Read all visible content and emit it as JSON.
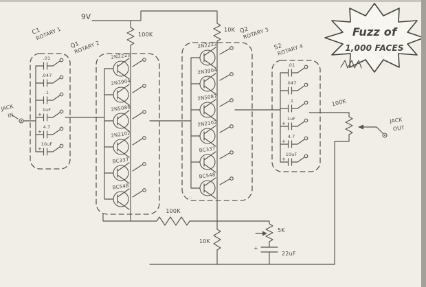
{
  "title": "Fuzz of 1,000 Faces hand-drawn schematic",
  "starburst": {
    "line1": "Fuzz of",
    "line2": "1,000 FACES"
  },
  "labels": {
    "power": "9V",
    "r_top": "100K",
    "r_mid_top": "10K",
    "output_pot": "100K",
    "feedback_r": "100K",
    "bottom_r": "10K",
    "bottom_pot": "5K",
    "bottom_cap": "22uF",
    "plus": "+"
  },
  "jack_in": {
    "line1": "JACK",
    "line2": "IN"
  },
  "jack_out": {
    "line1": "JACK",
    "line2": "OUT"
  },
  "rotaries": [
    {
      "id": "C1",
      "name": "ROTARY 1",
      "items": [
        ".01",
        ".047",
        ".1",
        "1uF",
        "4.7",
        "10uF"
      ]
    },
    {
      "id": "Q1",
      "name": "ROTARY 2",
      "items": [
        "2N2222",
        "2N3904",
        "2N5088",
        "2N2102",
        "BC337",
        "BC548"
      ]
    },
    {
      "id": "Q2",
      "name": "ROTARY 3",
      "items": [
        "2N2222",
        "2N3904",
        "2N5087",
        "2N2102",
        "BC337",
        "BC548"
      ]
    },
    {
      "id": "S2",
      "name": "ROTARY 4",
      "items": [
        ".01",
        ".047",
        ".1",
        "1uF",
        "4.7",
        "10uF"
      ]
    }
  ]
}
